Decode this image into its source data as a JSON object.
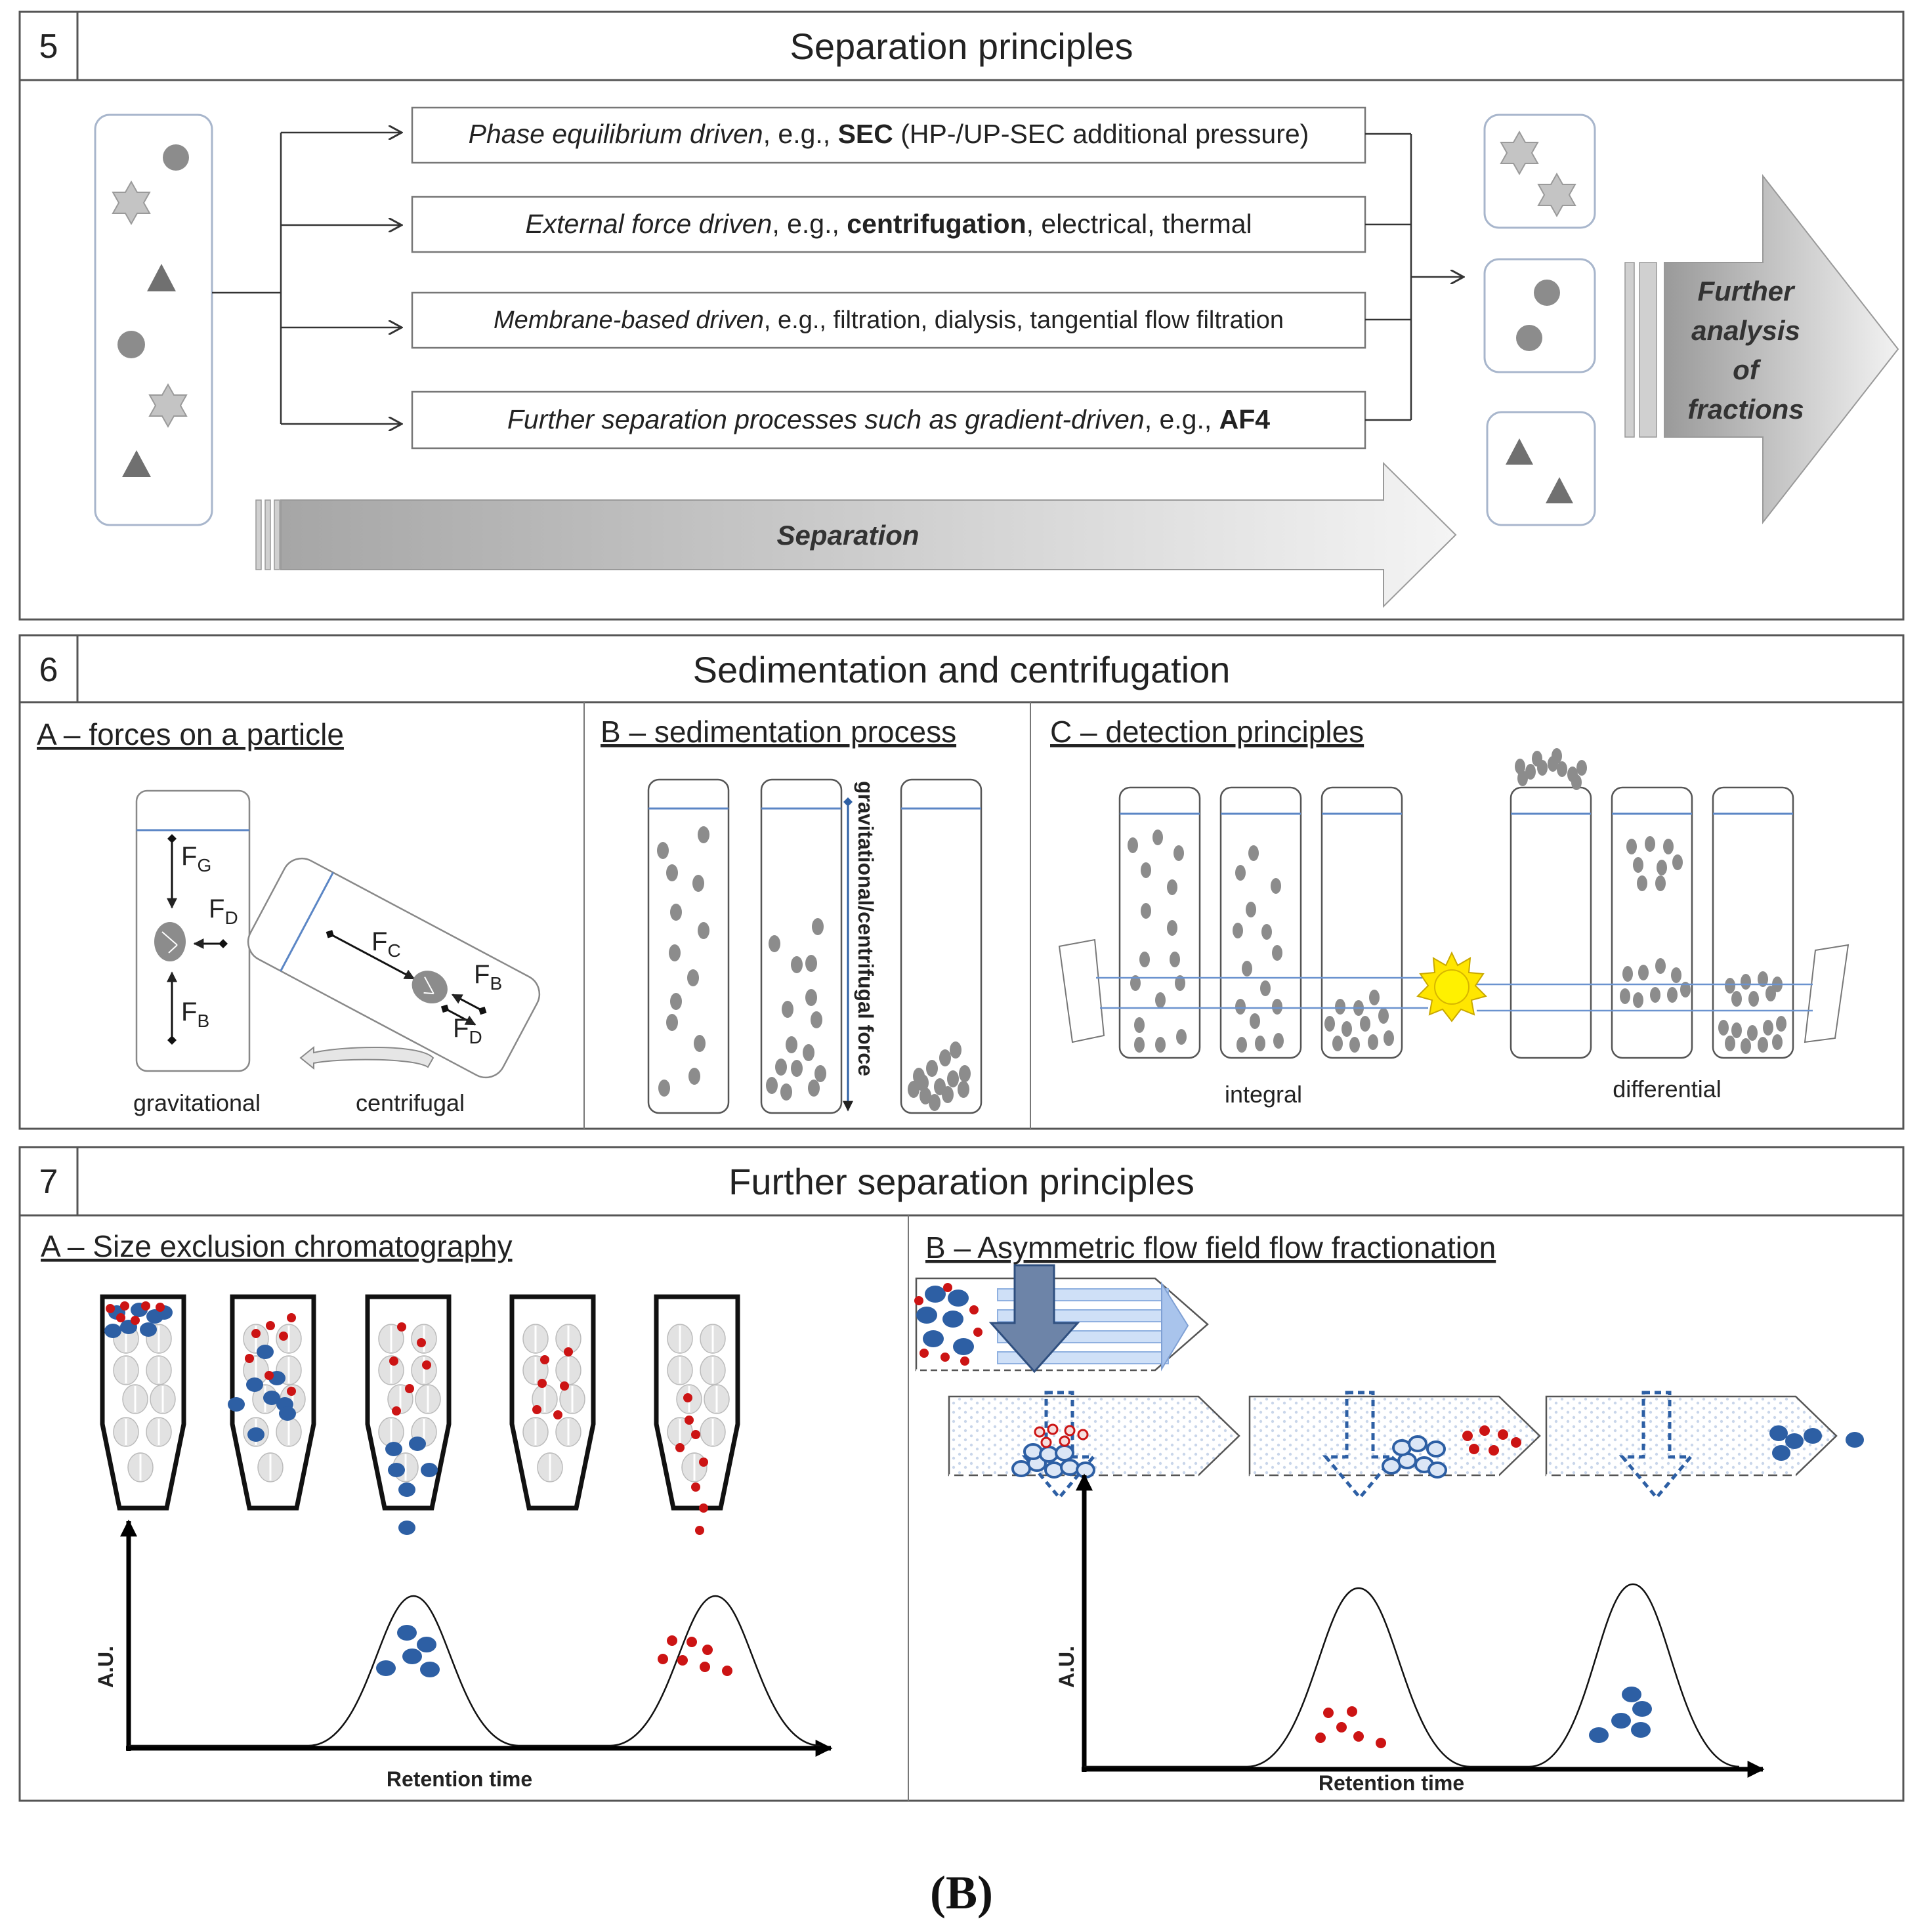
{
  "colors": {
    "panel_border": "#555555",
    "box_border": "#9aa8bb",
    "gray_particle": "#8c8c8c",
    "light_gray": "#c8c8c8",
    "line_blue": "#5b86c5",
    "particle_blue": "#2d5fa4",
    "particle_red": "#cc1414",
    "sun_yellow": "#ffe600",
    "arrow_gray_light": "#f2f2f2",
    "arrow_gray_dark": "#a6a6a6"
  },
  "section5": {
    "number": "5",
    "title": "Separation principles",
    "methods": [
      {
        "italic": "Phase equilibrium driven",
        "plain1": ", e.g., ",
        "bold": "SEC",
        "plain2": " (HP-/UP-SEC additional pressure)"
      },
      {
        "italic": "External force driven",
        "plain1": ", e.g., ",
        "bold": "centrifugation",
        "plain2": ", electrical, thermal"
      },
      {
        "italic": "Membrane-based driven",
        "plain1": ", e.g., filtration, dialysis, tangential flow filtration",
        "bold": "",
        "plain2": ""
      },
      {
        "italic": "Further separation processes such as gradient-driven",
        "plain1": ", e.g., ",
        "bold": "AF4",
        "plain2": ""
      }
    ],
    "separation_label": "Separation",
    "further_analysis_lines": [
      "Further",
      "analysis",
      "of",
      "fractions"
    ]
  },
  "section6": {
    "number": "6",
    "title": "Sedimentation and centrifugation",
    "subA": {
      "title": "A – forces on a particle",
      "force_labels": {
        "FG": [
          "F",
          "G"
        ],
        "FD": [
          "F",
          "D"
        ],
        "FB": [
          "F",
          "B"
        ],
        "FC": [
          "F",
          "C"
        ]
      },
      "caption_left": "gravitational",
      "caption_right": "centrifugal"
    },
    "subB": {
      "title": "B –  sedimentation process",
      "vertical_label": "gravitational/centrifugal force"
    },
    "subC": {
      "title": "C –  detection principles",
      "caption_left": "integral",
      "caption_right": "differential"
    }
  },
  "section7": {
    "number": "7",
    "title": "Further separation principles",
    "subA": {
      "title": "A – Size exclusion chromatography",
      "ylabel": "A.U.",
      "xlabel": "Retention time"
    },
    "subB": {
      "title": "B – Asymmetric flow field flow fractionation",
      "ylabel": "A.U.",
      "xlabel": "Retention time"
    }
  },
  "figure_label": "(B)"
}
